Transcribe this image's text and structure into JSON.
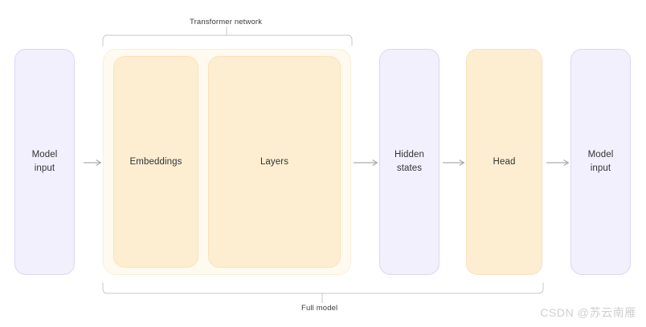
{
  "diagram": {
    "title_top_bracket": "Transformer network",
    "title_bottom_bracket": "Full model",
    "boxes": [
      {
        "id": "model-input-left",
        "label": "Model\ninput",
        "style": "purple"
      },
      {
        "id": "embeddings",
        "label": "Embeddings",
        "style": "orange"
      },
      {
        "id": "layers",
        "label": "Layers",
        "style": "orange"
      },
      {
        "id": "hidden-states",
        "label": "Hidden\nstates",
        "style": "purple"
      },
      {
        "id": "head",
        "label": "Head",
        "style": "orange"
      },
      {
        "id": "model-input-right",
        "label": "Model\ninput",
        "style": "purple"
      }
    ],
    "arrows": [
      {
        "id": "arrow-input-to-transformer",
        "from": "model-input-left",
        "to": "embeddings"
      },
      {
        "id": "arrow-transformer-to-hidden",
        "from": "layers",
        "to": "hidden-states"
      },
      {
        "id": "arrow-hidden-to-head",
        "from": "hidden-states",
        "to": "head"
      },
      {
        "id": "arrow-head-to-output",
        "from": "head",
        "to": "model-input-right"
      }
    ],
    "colors": {
      "purple_fill": "#f2f0fd",
      "purple_border": "#d9d6f7",
      "orange_inner_fill": "#fdeed2",
      "orange_inner_border": "#f8e2bb",
      "orange_outer_fill": "#fefaf0",
      "orange_outer_border": "#fcefd6",
      "arrow": "#9a9a9a",
      "bracket": "#c8c8c8",
      "text": "#333333"
    }
  },
  "watermark": {
    "text": "CSDN @苏云南雁"
  }
}
